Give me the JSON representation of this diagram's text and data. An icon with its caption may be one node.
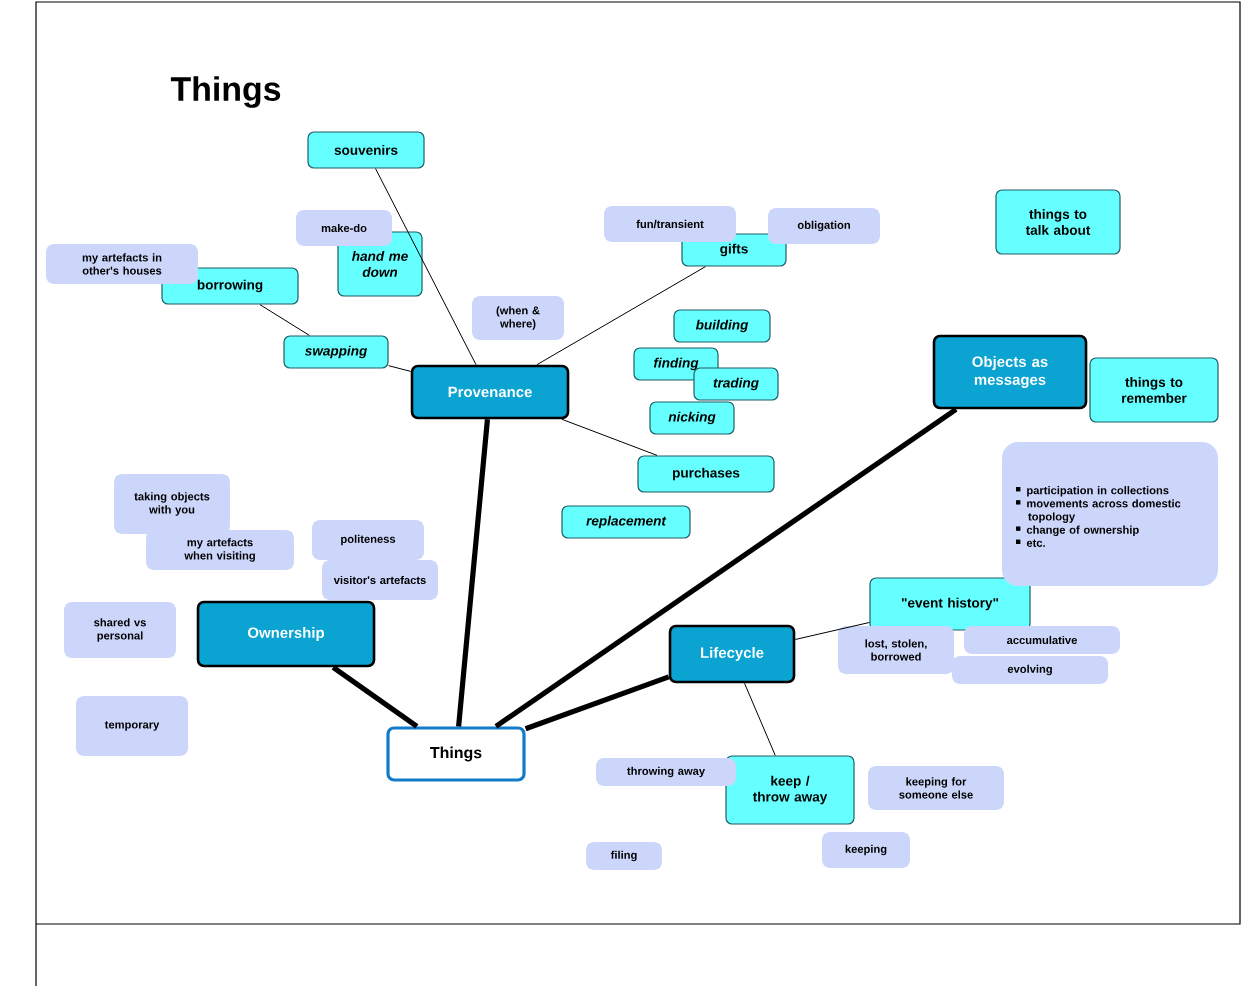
{
  "diagram": {
    "title": "Things",
    "nodes": [
      {
        "text": [
          "Things"
        ]
      },
      {
        "text": [
          "Provenance"
        ]
      },
      {
        "text": [
          "Ownership"
        ]
      },
      {
        "text": [
          "Lifecycle"
        ]
      },
      {
        "text": [
          "Objects as messages"
        ]
      },
      {
        "text": [
          "souvenirs"
        ]
      },
      {
        "text": [
          "borrowing"
        ]
      },
      {
        "text": [
          "hand me down"
        ]
      },
      {
        "text": [
          "swapping"
        ]
      },
      {
        "text": [
          "gifts"
        ]
      },
      {
        "text": [
          "building"
        ]
      },
      {
        "text": [
          "finding"
        ]
      },
      {
        "text": [
          "trading"
        ]
      },
      {
        "text": [
          "nicking"
        ]
      },
      {
        "text": [
          "purchases"
        ]
      },
      {
        "text": [
          "replacement"
        ]
      },
      {
        "text": [
          "things to talk about"
        ]
      },
      {
        "text": [
          "things to remember"
        ]
      },
      {
        "text": [
          "\"event history\""
        ]
      },
      {
        "text": [
          "keep / throw away"
        ]
      },
      {
        "text": [
          "make-do"
        ]
      },
      {
        "text": [
          "my artefacts in other's houses"
        ]
      },
      {
        "text": [
          "(when & where)"
        ]
      },
      {
        "text": [
          "fun/transient"
        ]
      },
      {
        "text": [
          "obligation"
        ]
      },
      {
        "text": [
          "participation in collections",
          "movements across domestic topology",
          "change of ownership",
          "etc."
        ]
      },
      {
        "text": [
          "taking objects with you"
        ]
      },
      {
        "text": [
          "my artefacts when visiting"
        ]
      },
      {
        "text": [
          "politeness"
        ]
      },
      {
        "text": [
          "visitor's artefacts"
        ]
      },
      {
        "text": [
          "shared vs personal"
        ]
      },
      {
        "text": [
          "temporary"
        ]
      },
      {
        "text": [
          "lost, stolen, borrowed"
        ]
      },
      {
        "text": [
          "accumulative"
        ]
      },
      {
        "text": [
          "evolving"
        ]
      },
      {
        "text": [
          "throwing away"
        ]
      },
      {
        "text": [
          "keeping for someone else"
        ]
      },
      {
        "text": [
          "filing"
        ]
      },
      {
        "text": [
          "keeping"
        ]
      }
    ],
    "edges": [
      {
        "from": 0,
        "to": 1,
        "arrow": "none",
        "style": "thick"
      },
      {
        "from": 0,
        "to": 2,
        "arrow": "none",
        "style": "thick"
      },
      {
        "from": 0,
        "to": 3,
        "arrow": "none",
        "style": "thick"
      },
      {
        "from": 0,
        "to": 4,
        "arrow": "none",
        "style": "thick"
      },
      {
        "from": 1,
        "to": 5,
        "arrow": "none"
      },
      {
        "from": 6,
        "to": 8,
        "arrow": "none"
      },
      {
        "from": 8,
        "to": 1,
        "arrow": "none"
      },
      {
        "from": 1,
        "to": 9,
        "arrow": "none"
      },
      {
        "from": 1,
        "to": 14,
        "arrow": "none"
      },
      {
        "from": 3,
        "to": 18,
        "arrow": "none"
      },
      {
        "from": 3,
        "to": 19,
        "arrow": "none"
      }
    ]
  }
}
